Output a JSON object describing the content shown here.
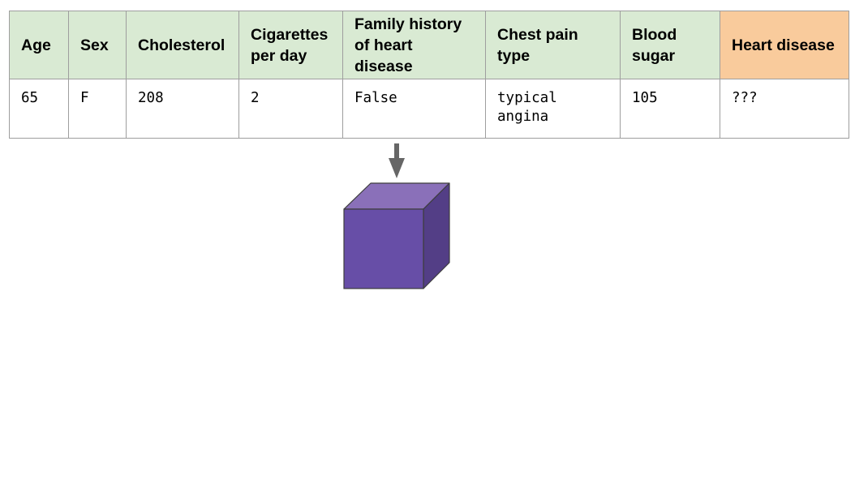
{
  "table": {
    "headers": [
      "Age",
      "Sex",
      "Cholesterol",
      "Cigarettes per day",
      "Family history of heart disease",
      "Chest pain type",
      "Blood sugar",
      "Heart disease"
    ],
    "row": [
      "65",
      "F",
      "208",
      "2",
      "False",
      "typical angina",
      "105",
      "???"
    ]
  },
  "colors": {
    "header_bg": "#d9ead3",
    "target_header_bg": "#f9cb9c",
    "cell_border": "#9e9e9e",
    "arrow": "#666666",
    "cube_front": "#674ea7",
    "cube_top": "#8a70b9",
    "cube_side": "#533e86"
  },
  "icons": {
    "arrow": "down-arrow-icon",
    "model": "cube-icon"
  }
}
